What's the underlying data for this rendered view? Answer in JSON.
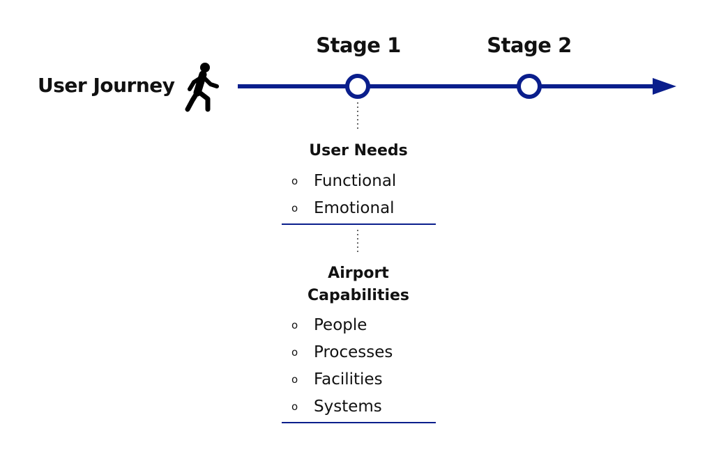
{
  "journey": {
    "label": "User Journey",
    "icon": "person-walking-icon",
    "line_color": "#0a1e8c"
  },
  "stages": [
    {
      "label": "Stage 1"
    },
    {
      "label": "Stage 2"
    }
  ],
  "user_needs": {
    "heading": "User Needs",
    "items": [
      "Functional",
      "Emotional"
    ]
  },
  "airport_capabilities": {
    "heading_line1": "Airport",
    "heading_line2": "Capabilities",
    "items": [
      "People",
      "Processes",
      "Facilities",
      "Systems"
    ]
  },
  "bullet_marker": "o"
}
